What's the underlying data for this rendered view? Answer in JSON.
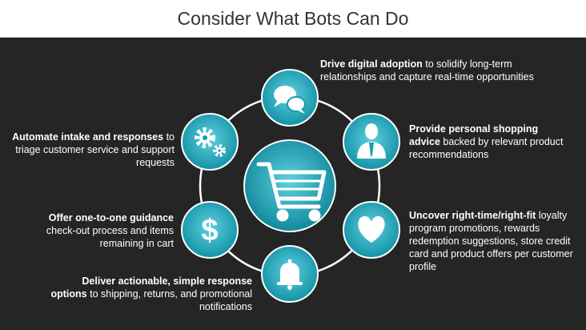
{
  "title": "Consider What Bots Can Do",
  "colors": {
    "background": "#252525",
    "circle_outer": "#1393a6",
    "circle_inner": "#5fd0df",
    "ring": "#ffffff"
  },
  "center": {
    "icon": "shopping-cart-icon"
  },
  "nodes": [
    {
      "icon": "chat-bubbles-icon",
      "bold": "Drive digital adoption",
      "rest": " to solidify long-term relationships and capture real-time opportunities"
    },
    {
      "icon": "person-advisor-icon",
      "bold": "Provide personal shopping advice",
      "rest": " backed by relevant product recommendations"
    },
    {
      "icon": "heart-icon",
      "bold": "Uncover right-time/right-fit",
      "rest": " loyalty program promotions, rewards redemption suggestions, store credit card and product offers per customer profile"
    },
    {
      "icon": "bell-icon",
      "bold": "Deliver actionable, simple response options",
      "rest": " to shipping, returns, and promotional notifications"
    },
    {
      "icon": "dollar-icon",
      "bold": "Offer one-to-one guidance",
      "rest": " check-out process and items remaining in cart"
    },
    {
      "icon": "gears-icon",
      "bold": "Automate intake and responses",
      "rest": " to triage customer service and support requests"
    }
  ]
}
